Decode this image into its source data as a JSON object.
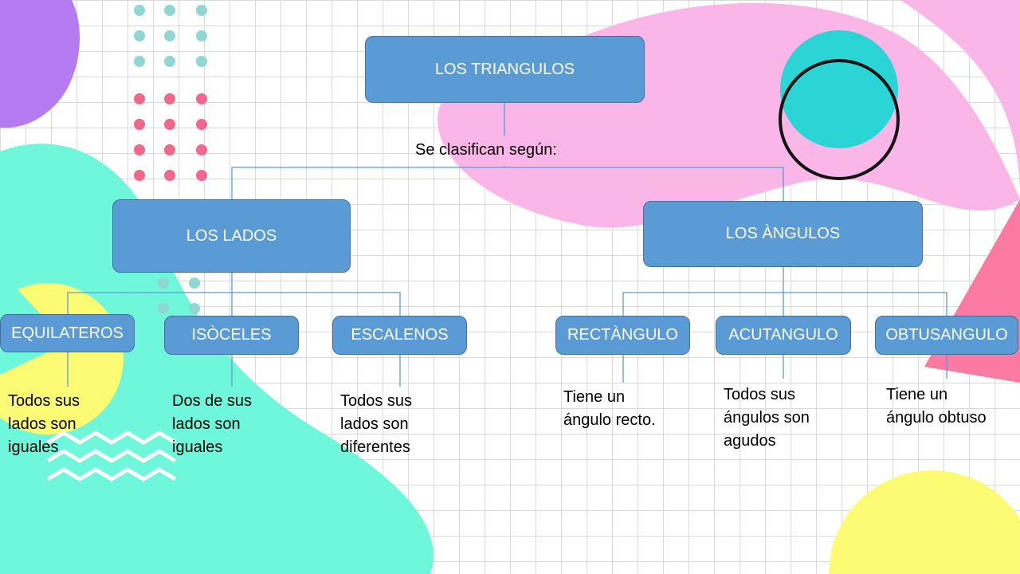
{
  "colors": {
    "box_fill": "#5b9bd5",
    "box_border": "#41719c",
    "connector": "#5b9bd5",
    "pink": "#fbb6e8",
    "teal": "#6ef7da",
    "yellow": "#fdfb73",
    "purple": "#b57bf2",
    "circle": "#2bd5d5",
    "triangle": "#fb7aa4"
  },
  "root": {
    "label": "LOS TRIANGULOS"
  },
  "connector_label": "Se clasifican según:",
  "branches": [
    {
      "label": "LOS LADOS",
      "children": [
        {
          "label": "EQUILATEROS",
          "description": "Todos sus\nlados son\niguales"
        },
        {
          "label": "ISÒCELES",
          "description": "Dos de sus\nlados son\niguales"
        },
        {
          "label": "ESCALENOS",
          "description": "Todos sus\nlados son\ndiferentes"
        }
      ]
    },
    {
      "label": "LOS ÀNGULOS",
      "children": [
        {
          "label": "RECTÀNGULO",
          "description": "Tiene un\nángulo recto."
        },
        {
          "label": "ACUTANGULO",
          "description": "Todos sus\nángulos  son\nagudos"
        },
        {
          "label": "OBTUSANGULO",
          "description": "Tiene un\nángulo obtuso"
        }
      ]
    }
  ]
}
